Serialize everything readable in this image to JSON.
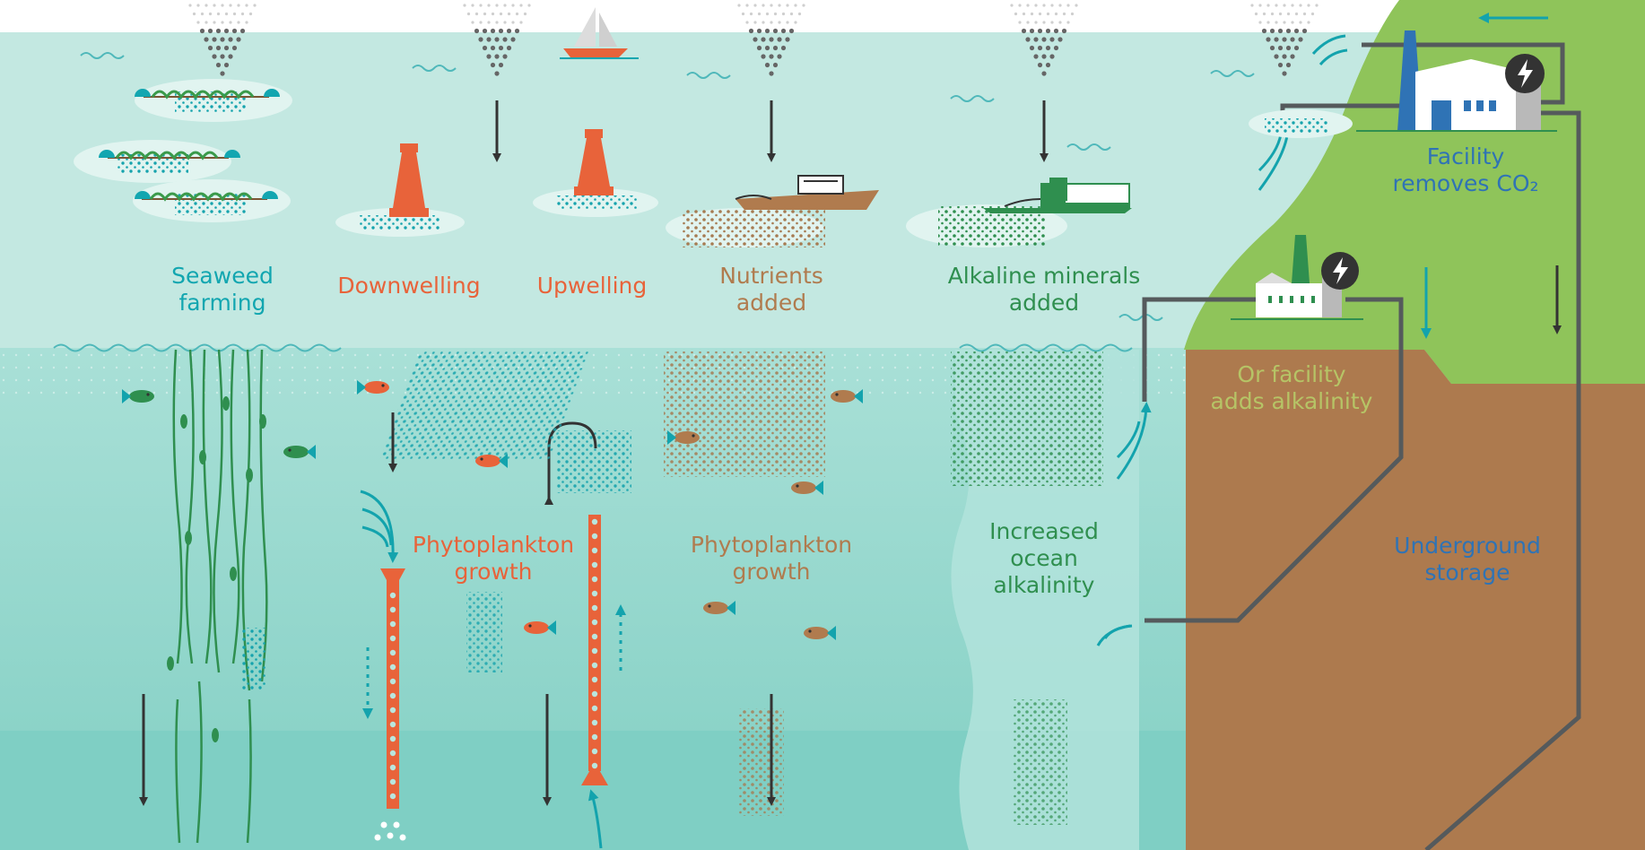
{
  "labels": {
    "seaweed_farming": "Seaweed\nfarming",
    "downwelling": "Downwelling",
    "upwelling": "Upwelling",
    "nutrients_added": "Nutrients\nadded",
    "alkaline_minerals_added": "Alkaline minerals\nadded",
    "facility_removes_co2": "Facility\nremoves CO₂",
    "or_facility_adds_alkalinity": "Or facility\nadds alkalinity",
    "phytoplankton_growth_left": "Phytoplankton\ngrowth",
    "phytoplankton_growth_right": "Phytoplankton\ngrowth",
    "increased_ocean_alkalinity": "Increased\nocean\nalkalinity",
    "underground_storage": "Underground\nstorage"
  },
  "colors": {
    "teal_label": "#12a6b0",
    "orange_label": "#e8633a",
    "brown_label": "#b07b4e",
    "green_label": "#2f8f4f",
    "blue_label": "#2f73b5",
    "olive_label": "#b6c466",
    "surface_water": "#c3e8e1",
    "mid_water": "#8fd6cb",
    "deep_water": "#7fcfc4",
    "land_green": "#8fc45a",
    "earth_brown": "#ad7a4e",
    "pipe_gray": "#555a5c"
  }
}
